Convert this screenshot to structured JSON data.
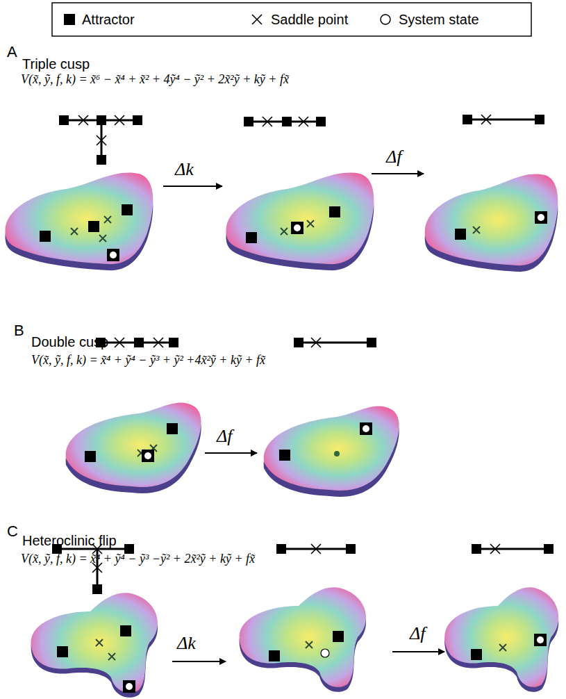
{
  "diagram": {
    "labels": [
      "A",
      "Triple cusp",
      "V(x̃, ỹ, f, k) = x̃⁶ − x̃⁴ + x̃² + 4ỹ⁴ − ỹ² + 2x̃²ỹ + kỹ + fx̃",
      "Δk",
      "Δf",
      "B",
      "Double cusp",
      "V(x̃, ỹ, f, k) = x̃⁴ + ỹ⁴ − ỹ³ + ỹ² +4x̃²ỹ + kỹ + fx̃",
      "Δf",
      "C",
      "Heteroclinic flip",
      "V(x̃, ỹ, f, k) = x̃⁴ + ỹ⁴ − ỹ³ −ỹ² + 2x̃²ỹ + kỹ + fx̃",
      "Δk",
      "Δf"
    ],
    "legend": [
      {
        "text": "Attractor"
      },
      {
        "text": "Saddle point"
      },
      {
        "text": "System state"
      }
    ]
  }
}
